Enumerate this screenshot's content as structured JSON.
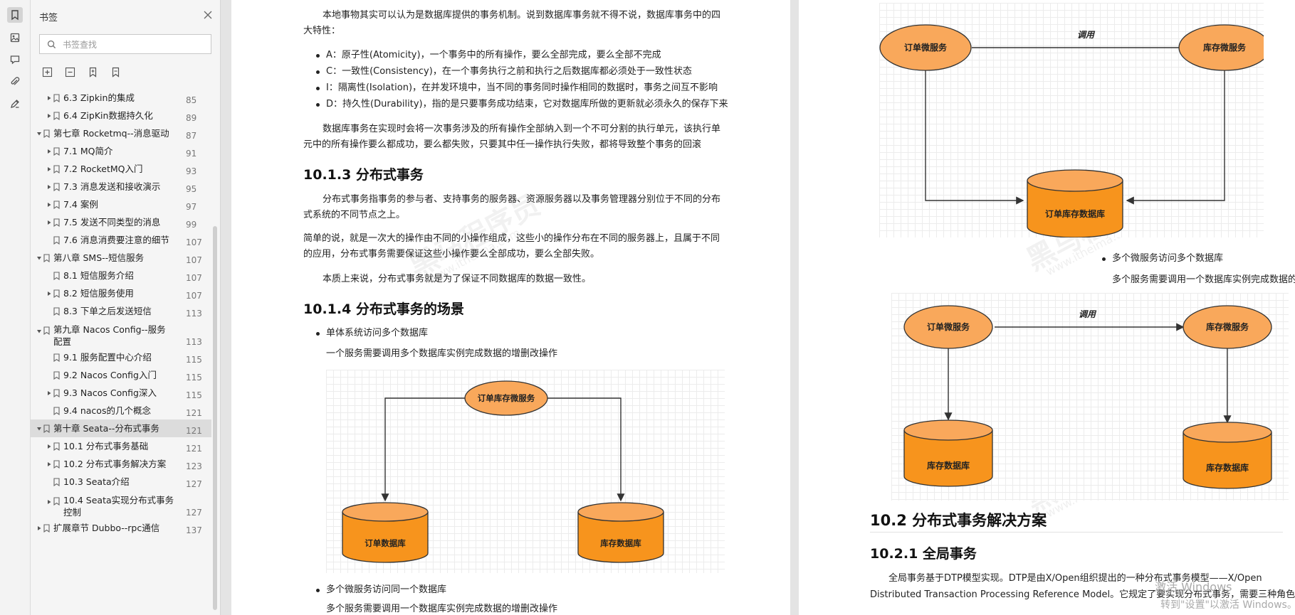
{
  "sidebar": {
    "title": "书签",
    "search_placeholder": "书签查找",
    "items": [
      {
        "label": "6.3 Zipkin的集成",
        "page": "85",
        "level": 2,
        "arrow": true
      },
      {
        "label": "6.4 ZipKin数据持久化",
        "page": "89",
        "level": 2,
        "arrow": true
      },
      {
        "label": "第七章 Rocketmq--消息驱动",
        "page": "87",
        "level": 1,
        "arrow": true,
        "open": true
      },
      {
        "label": "7.1 MQ简介",
        "page": "91",
        "level": 2,
        "arrow": true
      },
      {
        "label": "7.2 RocketMQ入门",
        "page": "93",
        "level": 2,
        "arrow": true
      },
      {
        "label": "7.3 消息发送和接收演示",
        "page": "95",
        "level": 2,
        "arrow": true
      },
      {
        "label": "7.4 案例",
        "page": "97",
        "level": 2,
        "arrow": true
      },
      {
        "label": "7.5 发送不同类型的消息",
        "page": "99",
        "level": 2,
        "arrow": true
      },
      {
        "label": "7.6 消息消费要注意的细节",
        "page": "107",
        "level": 2,
        "arrow": false
      },
      {
        "label": "第八章 SMS--短信服务",
        "page": "107",
        "level": 1,
        "arrow": true,
        "open": true
      },
      {
        "label": "8.1 短信服务介绍",
        "page": "107",
        "level": 2,
        "arrow": false
      },
      {
        "label": "8.2 短信服务使用",
        "page": "107",
        "level": 2,
        "arrow": true
      },
      {
        "label": "8.3 下单之后发送短信",
        "page": "113",
        "level": 2,
        "arrow": false
      },
      {
        "label": "第九章 Nacos Config--服务\n配置",
        "page": "113",
        "level": 1,
        "arrow": true,
        "open": true,
        "tall": true
      },
      {
        "label": "9.1 服务配置中心介绍",
        "page": "115",
        "level": 2,
        "arrow": false
      },
      {
        "label": "9.2 Nacos Config入门",
        "page": "115",
        "level": 2,
        "arrow": false
      },
      {
        "label": "9.3 Nacos Config深入",
        "page": "115",
        "level": 2,
        "arrow": true
      },
      {
        "label": "9.4 nacos的几个概念",
        "page": "121",
        "level": 2,
        "arrow": false
      },
      {
        "label": "第十章 Seata--分布式事务",
        "page": "121",
        "level": 1,
        "arrow": true,
        "open": true,
        "selected": true
      },
      {
        "label": "10.1 分布式事务基础",
        "page": "121",
        "level": 2,
        "arrow": true
      },
      {
        "label": "10.2 分布式事务解决方案",
        "page": "123",
        "level": 2,
        "arrow": true
      },
      {
        "label": "10.3 Seata介绍",
        "page": "127",
        "level": 2,
        "arrow": false
      },
      {
        "label": "10.4 Seata实现分布式事务\n控制",
        "page": "127",
        "level": 2,
        "arrow": true,
        "tall": true
      },
      {
        "label": "扩展章节 Dubbo--rpc通信",
        "page": "137",
        "level": 1,
        "arrow": true
      }
    ]
  },
  "page1": {
    "intro1": "本地事物其实可以认为是数据库提供的事务机制。说到数据库事务就不得不说，数据库事务中的四",
    "intro2": "大特性：",
    "bullets": [
      "A：原子性(Atomicity)，一个事务中的所有操作，要么全部完成，要么全部不完成",
      "C：一致性(Consistency)，在一个事务执行之前和执行之后数据库都必须处于一致性状态",
      "I：隔离性(Isolation)，在并发环境中，当不同的事务同时操作相同的数据时，事务之间互不影响",
      "D：持久性(Durability)，指的是只要事务成功结束，它对数据库所做的更新就必须永久的保存下来"
    ],
    "para2a": "数据库事务在实现时会将一次事务涉及的所有操作全部纳入到一个不可分割的执行单元，该执行单",
    "para2b": "元中的所有操作要么都成功，要么都失败，只要其中任一操作执行失败，都将导致整个事务的回滚",
    "h_1013": "10.1.3 分布式事务",
    "para3a": "分布式事务指事务的参与者、支持事务的服务器、资源服务器以及事务管理器分别位于不同的分布",
    "para3b": "式系统的不同节点之上。",
    "para4a": "简单的说，就是一次大的操作由不同的小操作组成，这些小的操作分布在不同的服务器上，且属于不同",
    "para4b": "的应用，分布式事务需要保证这些小操作要么全部成功，要么全部失败。",
    "para5": "本质上来说，分布式事务就是为了保证不同数据库的数据一致性。",
    "h_1014": "10.1.4 分布式事务的场景",
    "s1_title": "单体系统访问多个数据库",
    "s1_desc": "一个服务需要调用多个数据库实例完成数据的增删改操作",
    "d1_service": "订单库存微服务",
    "d1_db1": "订单数据库",
    "d1_db2": "库存数据库",
    "s2_title": "多个微服务访问同一个数据库",
    "s2_desc": "多个服务需要调用一个数据库实例完成数据的增删改操作"
  },
  "page2": {
    "d2_svc1": "订单微服务",
    "d2_svc2": "库存微服务",
    "d2_call": "调用",
    "d2_db": "订单库存数据库",
    "s3_title": "多个微服务访问多个数据库",
    "s3_desc": "多个服务需要调用一个数据库实例完成数据的增删改操作",
    "d3_svc1": "订单微服务",
    "d3_svc2": "库存微服务",
    "d3_call": "调用",
    "d3_db1": "库存数据库",
    "d3_db2": "库存数据库",
    "h_102": "10.2 分布式事务解决方案",
    "h_1021": "10.2.1 全局事务",
    "para1a": "全局事务基于DTP模型实现。DTP是由X/Open组织提出的一种分布式事务模型——X/Open",
    "para1b": "Distributed Transaction Processing Reference Model。它规定了要实现分布式事务，需要三种角色："
  },
  "watermark": {
    "brand": "黑马程序员",
    "tm": "™",
    "url": "www.itheima.com"
  },
  "activation": {
    "line1": "激活 Windows",
    "line2": "转到\"设置\"以激活 Windows。"
  },
  "colors": {
    "node_fill": "#f9a85b",
    "db_fill": "#f7941d",
    "selected": "#dcdcdc"
  }
}
